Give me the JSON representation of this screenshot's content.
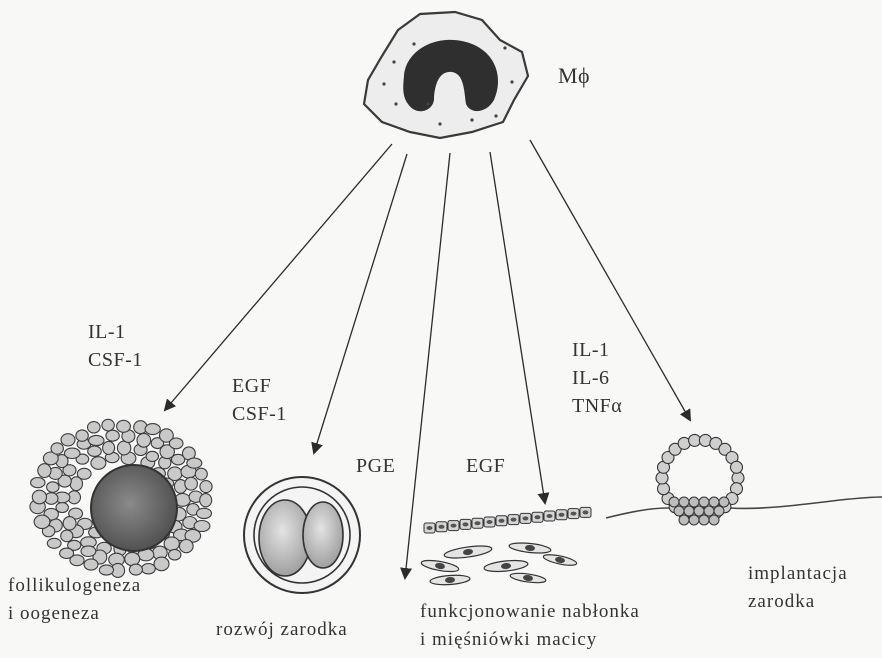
{
  "cell_label": "Mϕ",
  "factors": {
    "left": [
      "IL-1",
      "CSF-1"
    ],
    "second": [
      "EGF",
      "CSF-1"
    ],
    "middle_pge": "PGE",
    "middle_egf": "EGF",
    "right": [
      "IL-1",
      "IL-6",
      "TNFα"
    ]
  },
  "captions": {
    "follicle": [
      "follikulogeneza",
      "i oogeneza"
    ],
    "embryo": "rozwój zarodka",
    "uterus": [
      "funkcjonowanie nabłonka",
      "i mięśniówki macicy"
    ],
    "implantation": [
      "implantacja",
      "zarodka"
    ]
  }
}
